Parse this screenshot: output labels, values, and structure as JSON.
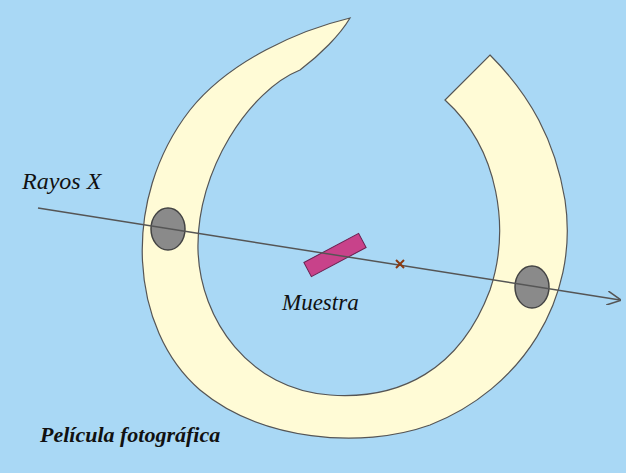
{
  "diagram": {
    "labels": [
      "Rayos X",
      "Muestra",
      "Película fotográfica"
    ]
  }
}
